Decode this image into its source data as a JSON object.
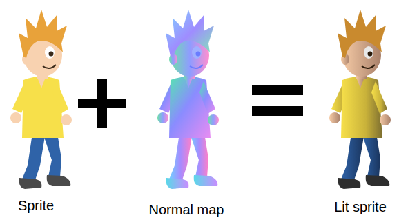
{
  "diagram": {
    "labels": [
      "Sprite",
      "Normal map",
      "Lit sprite"
    ]
  }
}
